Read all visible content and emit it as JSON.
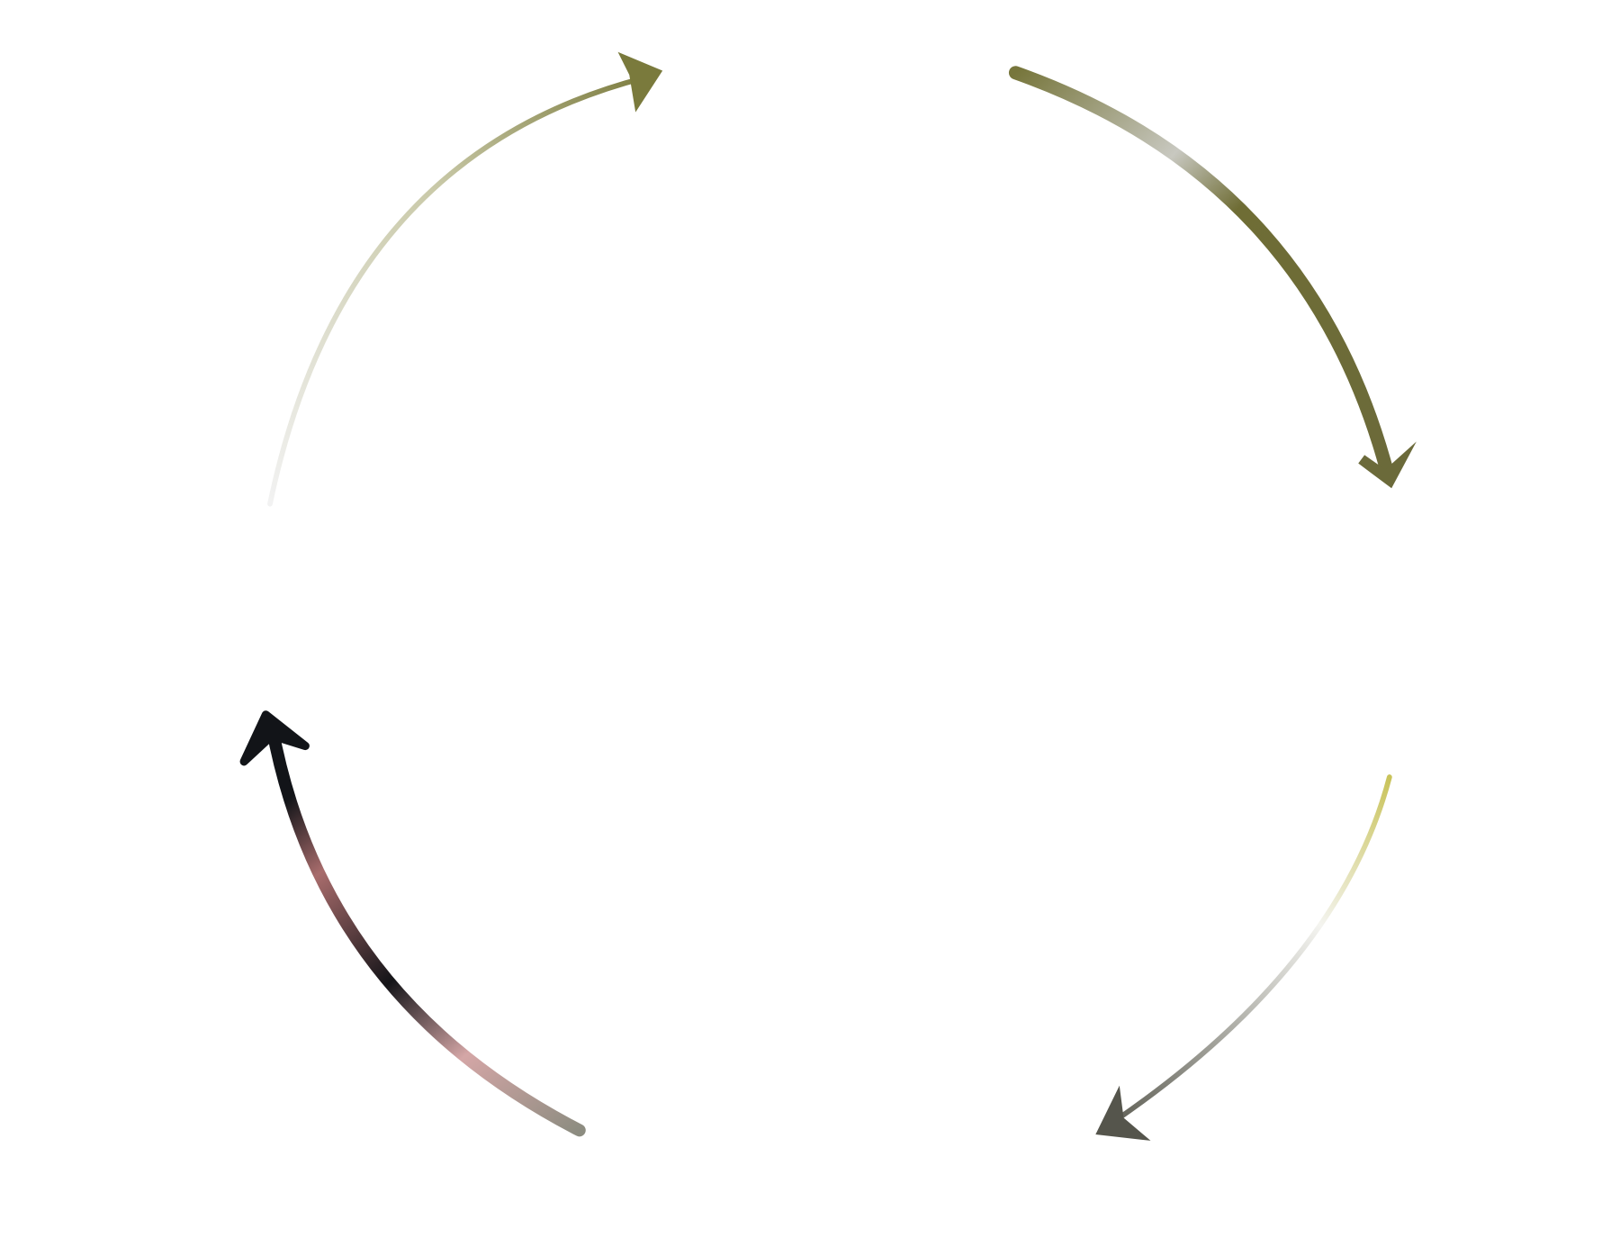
{
  "diagram": {
    "type": "cycle",
    "arrows": [
      {
        "id": "top-left",
        "direction": "clockwise",
        "colors": [
          "#f2f2f2",
          "#c9c9a8",
          "#7a7a3c"
        ]
      },
      {
        "id": "top-right",
        "direction": "clockwise",
        "colors": [
          "#77763c",
          "#c8c8c0",
          "#6f6d35",
          "#6b6a3a"
        ]
      },
      {
        "id": "bottom-right",
        "direction": "clockwise",
        "colors": [
          "#c9c35a",
          "#f4f4f0",
          "#5a5a50"
        ]
      },
      {
        "id": "bottom-left",
        "direction": "clockwise",
        "colors": [
          "#8c8c80",
          "#d4a6a6",
          "#141418",
          "#a86c6c",
          "#121418"
        ]
      }
    ]
  }
}
